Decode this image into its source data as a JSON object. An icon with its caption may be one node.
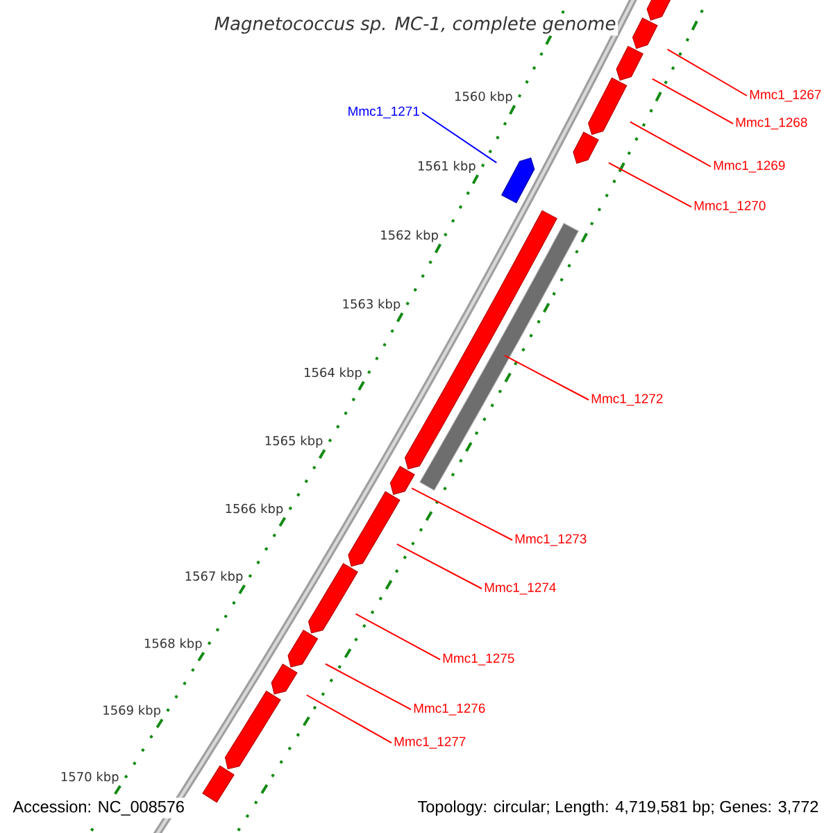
{
  "diagram": {
    "title": "Magnetococcus sp. MC-1, complete genome",
    "nodes": [
      {
        "text": [
          "Mmc1_1267"
        ]
      },
      {
        "text": [
          "Mmc1_1271"
        ]
      },
      {
        "text": [
          "Mmc1_1268"
        ]
      },
      {
        "text": [
          "Mmc1_1269"
        ]
      },
      {
        "text": [
          "Mmc1_1270"
        ]
      },
      {
        "text": [
          "Mmc1_1272"
        ]
      },
      {
        "text": [
          "Mmc1_1273"
        ]
      },
      {
        "text": [
          "Mmc1_1274"
        ]
      },
      {
        "text": [
          "Mmc1_1275"
        ]
      },
      {
        "text": [
          "Mmc1_1276"
        ]
      },
      {
        "text": [
          "Mmc1_1277"
        ]
      },
      {
        "text": [],
        "shape": "arrow"
      },
      {
        "text": [],
        "shape": "arrow"
      },
      {
        "text": [],
        "shape": "arrow"
      },
      {
        "text": [],
        "shape": "arrow"
      },
      {
        "text": [],
        "shape": "arrow"
      },
      {
        "text": [],
        "shape": "arrow"
      },
      {
        "text": [],
        "shape": "arrow"
      },
      {
        "text": [],
        "shape": "bar"
      },
      {
        "text": [],
        "shape": "arrow"
      },
      {
        "text": [],
        "shape": "arrow"
      },
      {
        "text": [],
        "shape": "arrow"
      },
      {
        "text": [],
        "shape": "arrow"
      },
      {
        "text": [],
        "shape": "arrow"
      },
      {
        "text": [],
        "shape": "arrow"
      },
      {
        "text": [],
        "shape": "arrow"
      }
    ],
    "edges": [
      {
        "from": 0,
        "to": 12,
        "arrow": "none"
      },
      {
        "from": 1,
        "to": 16,
        "arrow": "none",
        "color": "#0000ff"
      },
      {
        "from": 2,
        "to": 13,
        "arrow": "none"
      },
      {
        "from": 3,
        "to": 14,
        "arrow": "none"
      },
      {
        "from": 4,
        "to": 15,
        "arrow": "none"
      },
      {
        "from": 5,
        "to": 17,
        "arrow": "none"
      },
      {
        "from": 6,
        "to": 19,
        "arrow": "none"
      },
      {
        "from": 7,
        "to": 20,
        "arrow": "none"
      },
      {
        "from": 8,
        "to": 21,
        "arrow": "none"
      },
      {
        "from": 9,
        "to": 22,
        "arrow": "none"
      },
      {
        "from": 10,
        "to": 23,
        "arrow": "none"
      }
    ],
    "labels": [
      "1560 kbp",
      "1561 kbp",
      "1562 kbp",
      "1563 kbp",
      "1564 kbp",
      "1565 kbp",
      "1566 kbp",
      "1567 kbp",
      "1568 kbp",
      "1569 kbp",
      "1570 kbp",
      "Accession: NC_008576",
      "Topology: circular; Length: 4,719,581 bp; Genes: 3,772"
    ]
  }
}
